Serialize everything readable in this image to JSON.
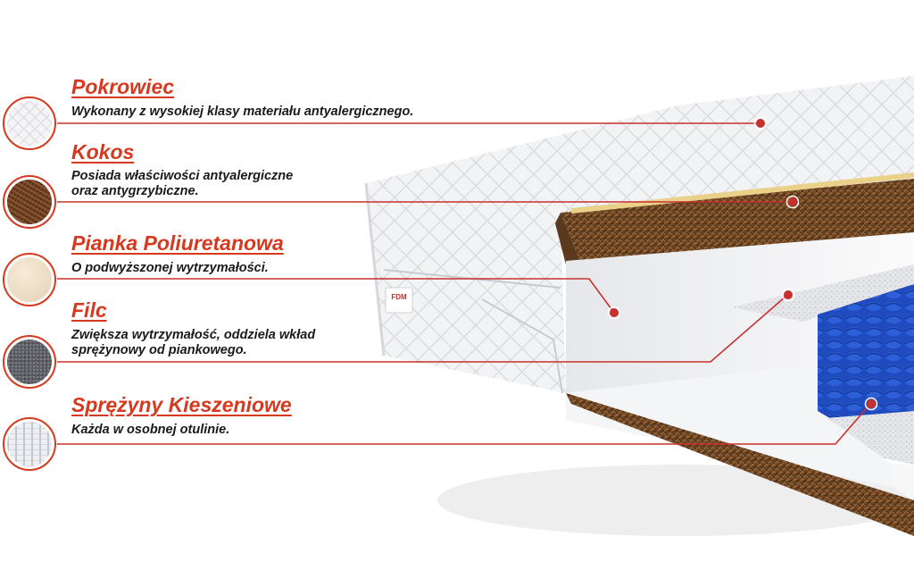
{
  "brand_label": "FDM",
  "accent_color": "#d6391f",
  "layers": [
    {
      "name": "Pokrowiec",
      "lines": [
        "Wykonany z wysokiej klasy materiału antyalergicznego."
      ],
      "icon": "quilted-fabric-icon"
    },
    {
      "name": "Kokos",
      "lines": [
        "Posiada właściwości antyalergiczne",
        "oraz antygrzybiczne."
      ],
      "icon": "coconut-fiber-icon"
    },
    {
      "name": "Pianka Poliuretanowa",
      "lines": [
        "O podwyższonej wytrzymałości."
      ],
      "icon": "foam-icon"
    },
    {
      "name": "Filc",
      "lines": [
        "Zwiększa wytrzymałość, oddziela wkład",
        "sprężynowy od piankowego."
      ],
      "icon": "felt-icon"
    },
    {
      "name": "Sprężyny Kieszeniowe",
      "lines": [
        "Każda w osobnej otulinie."
      ],
      "icon": "pocket-springs-icon"
    }
  ]
}
